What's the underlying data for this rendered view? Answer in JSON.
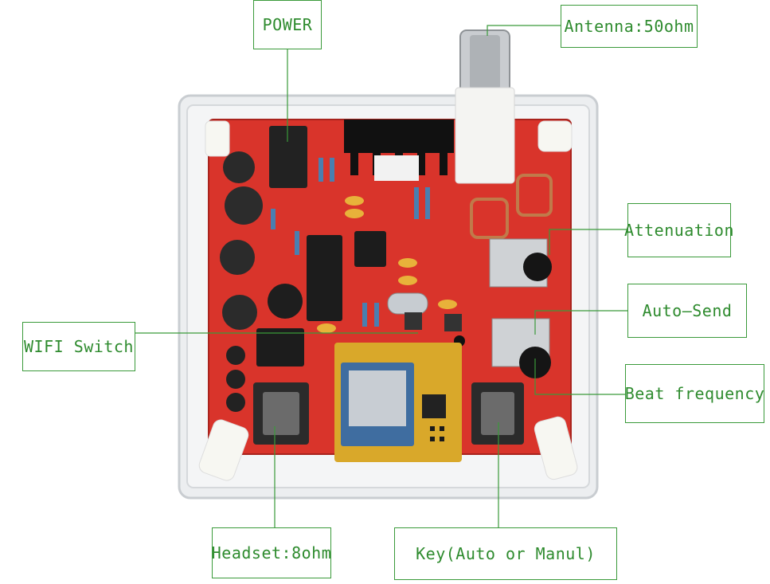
{
  "labels": {
    "power": "POWER",
    "antenna": "Antenna:50ohm",
    "attenuation": "Attenuation",
    "auto_send": "Auto—Send",
    "beat_frequency": "Beat frequency",
    "wifi_switch": "WIFI Switch",
    "headset": "Headset:8ohm",
    "key": "Key(Auto or Manul)"
  },
  "colors": {
    "label_green": "#2e8b2e",
    "board_red": "#d9342b",
    "case_clear": "#e9ecef",
    "wifi_module": "#d9a82a"
  }
}
